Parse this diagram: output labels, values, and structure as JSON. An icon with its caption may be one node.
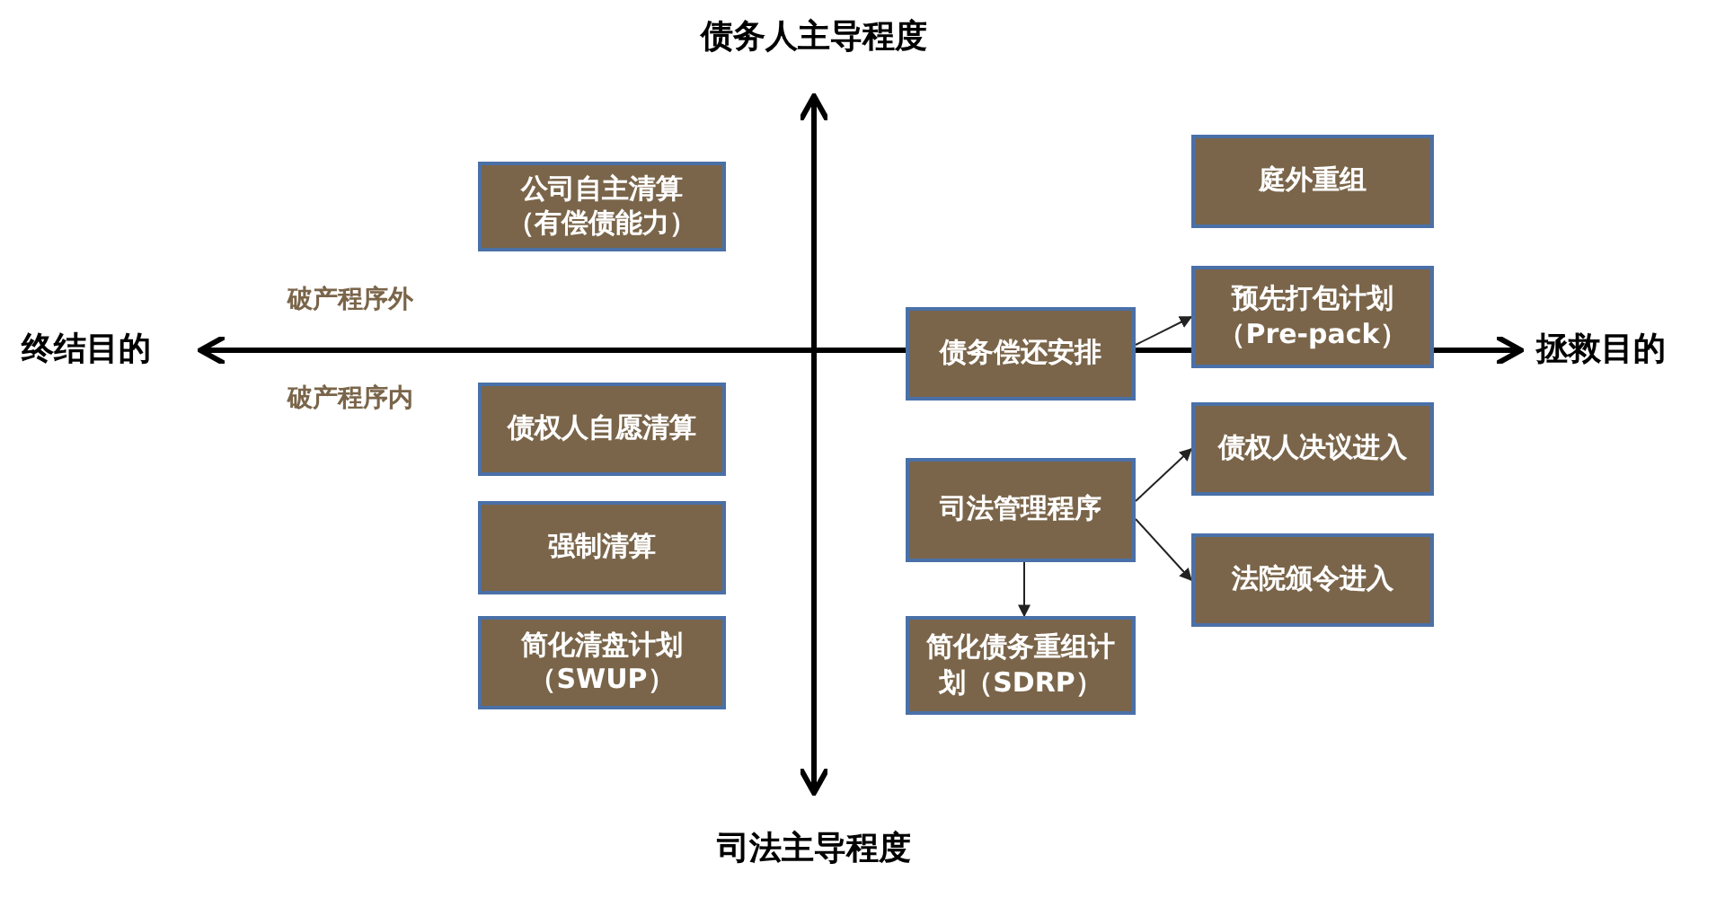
{
  "diagram": {
    "nodes": [
      {
        "text": [
          "庭外重组"
        ]
      },
      {
        "text": [
          "公司自主清算",
          "（有偿债能力）"
        ]
      },
      {
        "text": [
          "预先打包计划",
          "（Pre-pack）"
        ]
      },
      {
        "text": [
          "债务偿还安排"
        ]
      },
      {
        "text": [
          "债权人自愿清算"
        ]
      },
      {
        "text": [
          "债权人决议进入"
        ]
      },
      {
        "text": [
          "司法管理程序"
        ]
      },
      {
        "text": [
          "强制清算"
        ]
      },
      {
        "text": [
          "法院颁令进入"
        ]
      },
      {
        "text": [
          "简化清盘计划",
          "（SWUP）"
        ]
      },
      {
        "text": [
          "简化债务重组计划（SDRP）"
        ]
      }
    ],
    "edges": [
      {
        "from": 3,
        "to": 2,
        "arrow": "to"
      },
      {
        "from": 6,
        "to": 5,
        "arrow": "to"
      },
      {
        "from": 6,
        "to": 8,
        "arrow": "to"
      },
      {
        "from": 6,
        "to": 10,
        "arrow": "to"
      }
    ],
    "labels": [
      "债务人主导程度",
      "终结目的",
      "破产程序外",
      "拯救目的",
      "破产程序内",
      "司法主导程度"
    ]
  }
}
